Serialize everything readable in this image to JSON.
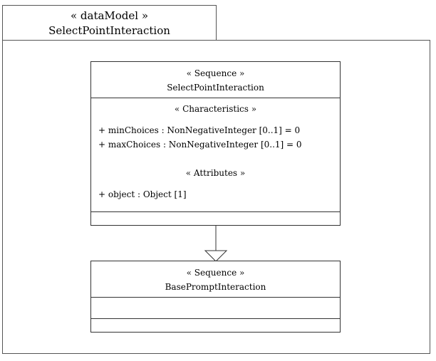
{
  "package": {
    "stereotype": "« dataModel »",
    "name": "SelectPointInteraction"
  },
  "classes": {
    "select_point": {
      "stereotype": "« Sequence »",
      "name": "SelectPointInteraction",
      "characteristics_header": "« Characteristics »",
      "characteristics": [
        "+ minChoices : NonNegativeInteger [0..1] = 0",
        "+ maxChoices : NonNegativeInteger [0..1] = 0"
      ],
      "attributes_header": "« Attributes »",
      "attributes": [
        "+ object : Object [1]"
      ]
    },
    "base_prompt": {
      "stereotype": "« Sequence »",
      "name": "BasePromptInteraction"
    }
  },
  "relationship": {
    "type": "generalization",
    "from": "SelectPointInteraction",
    "to": "BasePromptInteraction"
  }
}
